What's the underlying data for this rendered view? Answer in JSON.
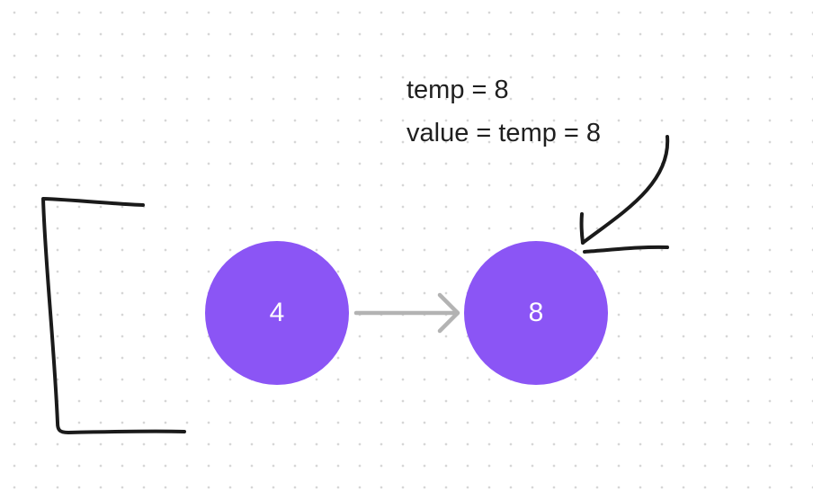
{
  "annotations": {
    "line_1": "temp = 8",
    "line_2": "value = temp = 8"
  },
  "nodes": [
    {
      "value": "4"
    },
    {
      "value": "8"
    }
  ],
  "colors": {
    "node_fill": "#8b55f5",
    "node_text": "#ffffff",
    "connector": "#b3b3b3",
    "ink": "#1a1a1a",
    "text": "#1f1f1f",
    "grid_dot": "#d6d6d6",
    "background": "#ffffff"
  }
}
